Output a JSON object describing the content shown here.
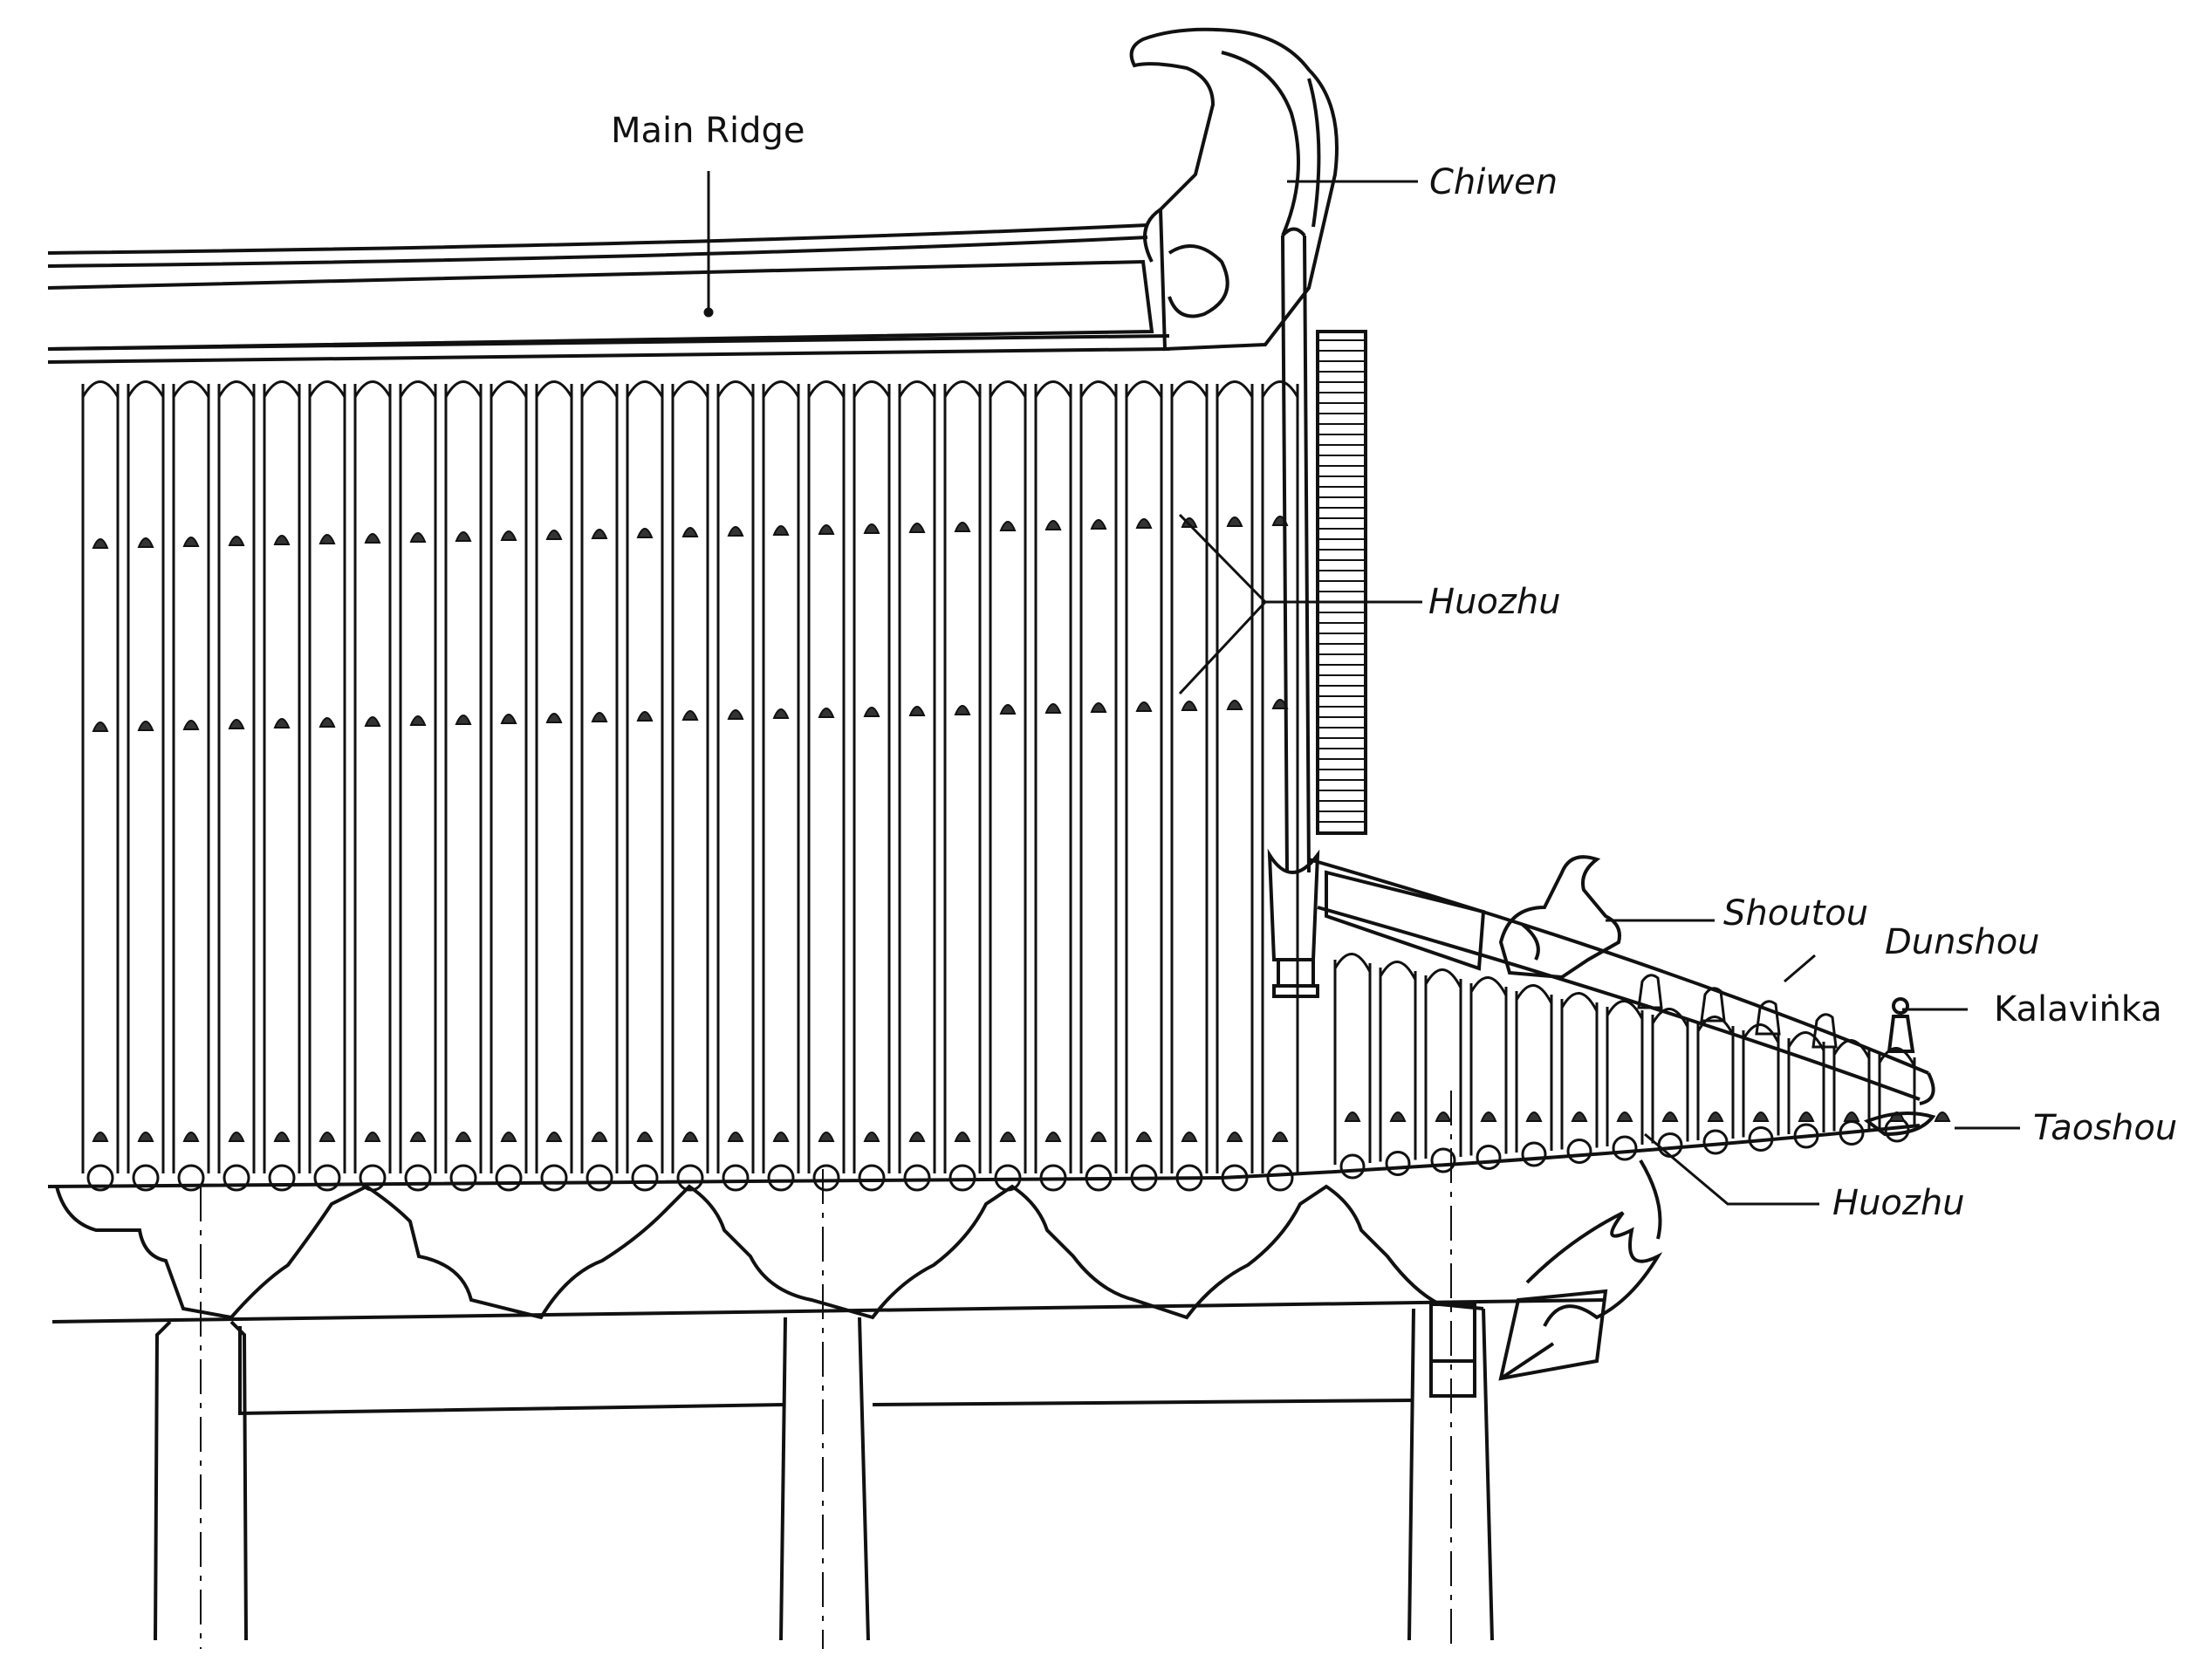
{
  "labels": {
    "main_ridge": "Main Ridge",
    "chiwen": "Chiwen",
    "huozhu_upper": "Huozhu",
    "shoutou": "Shoutou",
    "dunshou": "Dunshou",
    "kalavinka": "Kalaviṅka",
    "taoshou": "Taoshou",
    "huozhu_lower": "Huozhu"
  },
  "colors": {
    "line": "#111111",
    "background": "#ffffff"
  }
}
